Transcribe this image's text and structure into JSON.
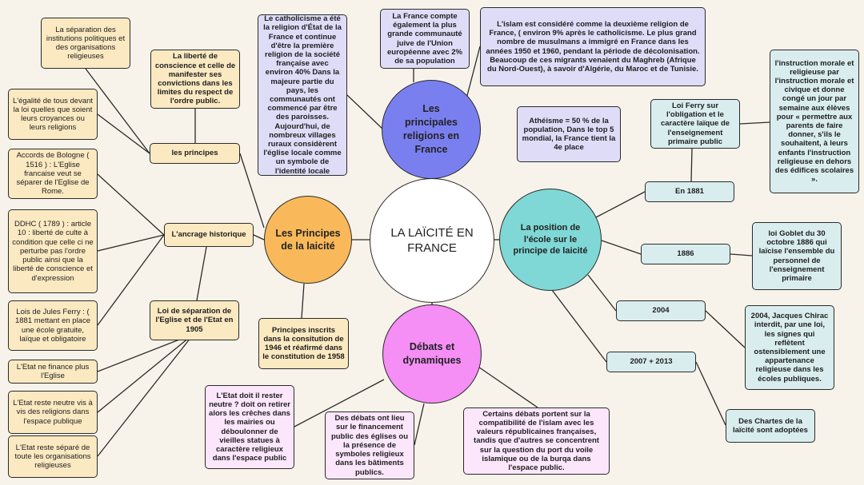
{
  "center": "LA LAÏCITÉ EN FRANCE",
  "branches": {
    "principes": {
      "title": "Les Principes de la laicité",
      "color": "#f9b95a",
      "les_principes": "les principes",
      "liberte": "La liberté de conscience et celle de manifester ses convictions dans les limites du respect de l'ordre public.",
      "separation": "La séparation des institutions politiques et des organisations religieuses",
      "egalite": "L'égalité de tous devant la loi quelles que soient leurs croyances ou leurs religions",
      "ancrage": "L'ancrage historique",
      "bologne": "Accords de Bologne ( 1516 ) : L'Eglise francaise veut se séparer de l'Eglise de Rome.",
      "ddhc": "DDHC ( 1789 ) : article 10 : liberté de culte à condition que celle ci ne perturbe pas l'ordre public ainsi que la liberté de conscience et d'expression",
      "jules_ferry": "Lois de Jules Ferry : ( 1881  mettant en place une école gratuite, laïque et obligatoire",
      "loi_1905": "Loi de séparation de l'Eglise et de l'Etat en 1905",
      "ne_finance": "L'Etat ne finance plus l'Eglise",
      "neutre": "L'Etat reste neutre vis à vis des religions dans l'espace publique",
      "separe": "L'Etat reste séparé de toute les organisations religieuses",
      "constitution": "Principes inscrits dans la consitution de 1946 et réafirmé dans le constitution de 1958"
    },
    "religions": {
      "title": "Les principales religions en France",
      "color": "#7a7ff0",
      "catholicisme": "Le catholicisme a été la religion d'État de la France et continue d'être la première religion de la société française avec environ 40% Dans la majeure partie du pays, les communautés ont commencé par être des paroisses. Aujourd'hui, de nombreux villages ruraux considèrent l'église locale comme un symbole de l'identité locale",
      "juive": "La France compte également la plus grande communauté juive de l'Union européenne avec 2% de sa population",
      "islam": "L'islam est considéré comme la deuxième religion de France, ( environ 9% après le catholicisme. Le plus grand nombre de musulmans a immigré en France dans les années 1950 et 1960, pendant la période de décolonisation. Beaucoup de ces migrants venaient du Maghreb (Afrique du Nord-Ouest), à savoir d'Algérie, du Maroc et de Tunisie.",
      "atheisme": "Athéisme = 50 % de la population, Dans le top 5 mondial, la France tient la 4e place"
    },
    "ecole": {
      "title": "La position de l'école sur le principe de laicité",
      "color": "#7fd8d6",
      "y1881": "En 1881",
      "ferry": "Loi Ferry  sur l'obligation et le caractère laïque de l'enseignement primaire public",
      "instruction": "l'instruction morale et religieuse par l'instruction morale et civique et donne congé un jour par semaine aux élèves pour « permettre aux parents de faire donner, s'ils le souhaitent, à leurs enfants l'instruction religieuse en dehors des édifices scolaires ».",
      "y1886": "1886",
      "goblet": "loi Goblet du 30 octobre 1886 qui laïcise l'ensemble du personnel de l'enseignement primaire",
      "y2004": "2004",
      "chirac": "2004, Jacques Chirac interdit, par une loi, les signes qui reflètent ostensiblement une appartenance religieuse dans les écoles publiques.",
      "y2007": "2007 + 2013",
      "chartes": "Des Chartes de la laïcité sont adoptées"
    },
    "debats": {
      "title": "Débats et dynamiques",
      "color": "#f58ef5",
      "creches": "L'Etat doit il rester neutre ? doit on retirer alors les crêches dans les mairies ou déboulonner de vieilles statues à caractère religieux dans l'espace public",
      "financement": "Des débats ont lieu sur le financement public des églises ou la présence de symboles religieux dans les bâtiments publics.",
      "islam": "Certains débats portent sur la compatibilité de l'islam avec les valeurs républicaines françaises, tandis que d'autres se concentrent sur la question du port du voile islamique ou de la burqa dans l'espace public."
    }
  }
}
